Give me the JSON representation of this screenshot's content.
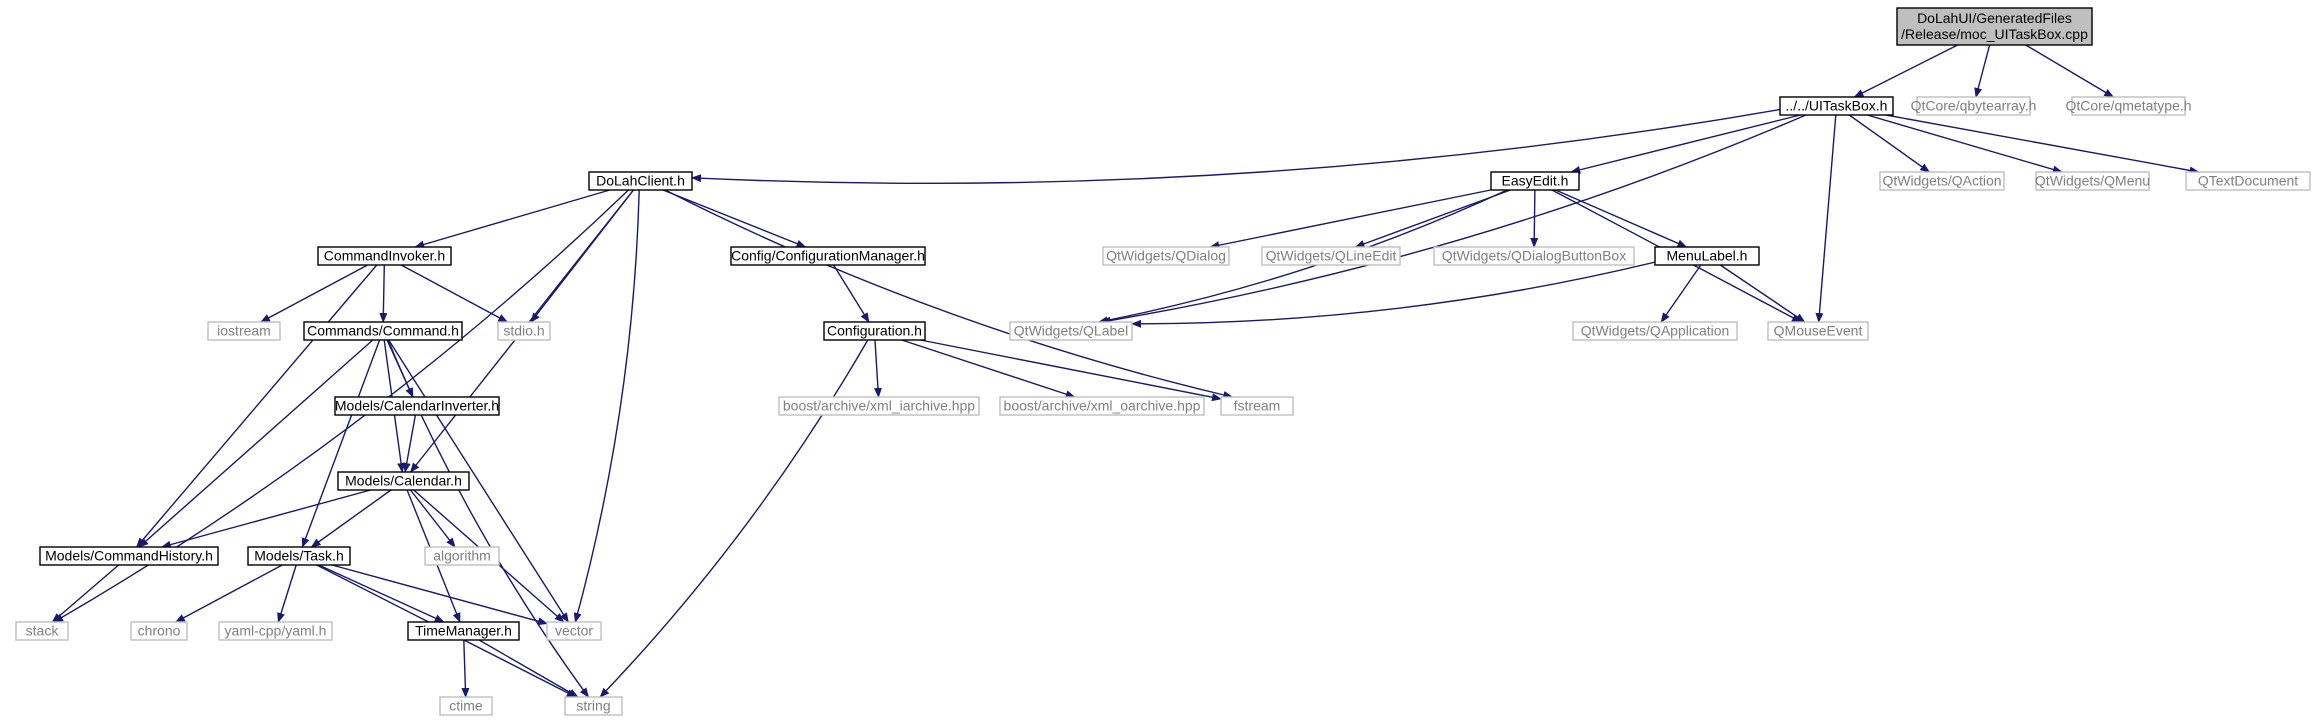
{
  "graph": {
    "edge_color": "#191970",
    "nodes": [
      {
        "id": "root",
        "kind": "root",
        "lines": [
          "DoLahUI/GeneratedFiles",
          "/Release/moc_UITaskBox.cpp"
        ]
      },
      {
        "id": "uitaskbox",
        "kind": "local",
        "lines": [
          "../../UITaskBox.h"
        ]
      },
      {
        "id": "qbytearray",
        "kind": "system",
        "lines": [
          "QtCore/qbytearray.h"
        ]
      },
      {
        "id": "qmetatype",
        "kind": "system",
        "lines": [
          "QtCore/qmetatype.h"
        ]
      },
      {
        "id": "dolahclient",
        "kind": "local",
        "lines": [
          "DoLahClient.h"
        ]
      },
      {
        "id": "easyedit",
        "kind": "local",
        "lines": [
          "EasyEdit.h"
        ]
      },
      {
        "id": "qaction",
        "kind": "system",
        "lines": [
          "QtWidgets/QAction"
        ]
      },
      {
        "id": "qmenu",
        "kind": "system",
        "lines": [
          "QtWidgets/QMenu"
        ]
      },
      {
        "id": "qtextdocument",
        "kind": "system",
        "lines": [
          "QTextDocument"
        ]
      },
      {
        "id": "commandinvoker",
        "kind": "local",
        "lines": [
          "CommandInvoker.h"
        ]
      },
      {
        "id": "configmanager",
        "kind": "local",
        "lines": [
          "Config/ConfigurationManager.h"
        ]
      },
      {
        "id": "qdialog",
        "kind": "system",
        "lines": [
          "QtWidgets/QDialog"
        ]
      },
      {
        "id": "qlineedit",
        "kind": "system",
        "lines": [
          "QtWidgets/QLineEdit"
        ]
      },
      {
        "id": "qdialogbuttonbox",
        "kind": "system",
        "lines": [
          "QtWidgets/QDialogButtonBox"
        ]
      },
      {
        "id": "menulabel",
        "kind": "local",
        "lines": [
          "MenuLabel.h"
        ]
      },
      {
        "id": "iostream",
        "kind": "system",
        "lines": [
          "iostream"
        ]
      },
      {
        "id": "command",
        "kind": "local",
        "lines": [
          "Commands/Command.h"
        ]
      },
      {
        "id": "stdio",
        "kind": "system",
        "lines": [
          "stdio.h"
        ]
      },
      {
        "id": "configuration",
        "kind": "local",
        "lines": [
          "Configuration.h"
        ]
      },
      {
        "id": "qlabel",
        "kind": "system",
        "lines": [
          "QtWidgets/QLabel"
        ]
      },
      {
        "id": "qapplication",
        "kind": "system",
        "lines": [
          "QtWidgets/QApplication"
        ]
      },
      {
        "id": "qmouseevent",
        "kind": "system",
        "lines": [
          "QMouseEvent"
        ]
      },
      {
        "id": "calendarinverter",
        "kind": "local",
        "lines": [
          "Models/CalendarInverter.h"
        ]
      },
      {
        "id": "xml_iarchive",
        "kind": "system",
        "lines": [
          "boost/archive/xml_iarchive.hpp"
        ]
      },
      {
        "id": "xml_oarchive",
        "kind": "system",
        "lines": [
          "boost/archive/xml_oarchive.hpp"
        ]
      },
      {
        "id": "fstream",
        "kind": "system",
        "lines": [
          "fstream"
        ]
      },
      {
        "id": "calendar",
        "kind": "local",
        "lines": [
          "Models/Calendar.h"
        ]
      },
      {
        "id": "commandhistory",
        "kind": "local",
        "lines": [
          "Models/CommandHistory.h"
        ]
      },
      {
        "id": "task",
        "kind": "local",
        "lines": [
          "Models/Task.h"
        ]
      },
      {
        "id": "algorithm",
        "kind": "system",
        "lines": [
          "algorithm"
        ]
      },
      {
        "id": "stack",
        "kind": "system",
        "lines": [
          "stack"
        ]
      },
      {
        "id": "chrono",
        "kind": "system",
        "lines": [
          "chrono"
        ]
      },
      {
        "id": "yaml",
        "kind": "system",
        "lines": [
          "yaml-cpp/yaml.h"
        ]
      },
      {
        "id": "timemanager",
        "kind": "local",
        "lines": [
          "TimeManager.h"
        ]
      },
      {
        "id": "vector",
        "kind": "system",
        "lines": [
          "vector"
        ]
      },
      {
        "id": "ctime",
        "kind": "system",
        "lines": [
          "ctime"
        ]
      },
      {
        "id": "string",
        "kind": "system",
        "lines": [
          "string"
        ]
      }
    ],
    "edges": [
      [
        "root",
        "uitaskbox"
      ],
      [
        "root",
        "qbytearray"
      ],
      [
        "root",
        "qmetatype"
      ],
      [
        "uitaskbox",
        "dolahclient"
      ],
      [
        "uitaskbox",
        "easyedit"
      ],
      [
        "uitaskbox",
        "qaction"
      ],
      [
        "uitaskbox",
        "qmenu"
      ],
      [
        "uitaskbox",
        "qtextdocument"
      ],
      [
        "uitaskbox",
        "qlabel"
      ],
      [
        "uitaskbox",
        "qmouseevent"
      ],
      [
        "dolahclient",
        "commandinvoker"
      ],
      [
        "dolahclient",
        "configmanager"
      ],
      [
        "dolahclient",
        "stdio"
      ],
      [
        "dolahclient",
        "calendar"
      ],
      [
        "dolahclient",
        "stack"
      ],
      [
        "dolahclient",
        "vector"
      ],
      [
        "dolahclient",
        "fstream"
      ],
      [
        "easyedit",
        "qlabel"
      ],
      [
        "easyedit",
        "qdialog"
      ],
      [
        "easyedit",
        "qlineedit"
      ],
      [
        "easyedit",
        "qdialogbuttonbox"
      ],
      [
        "easyedit",
        "menulabel"
      ],
      [
        "easyedit",
        "qmouseevent"
      ],
      [
        "commandinvoker",
        "commandhistory"
      ],
      [
        "commandinvoker",
        "iostream"
      ],
      [
        "commandinvoker",
        "command"
      ],
      [
        "commandinvoker",
        "stdio"
      ],
      [
        "configmanager",
        "configuration"
      ],
      [
        "menulabel",
        "qlabel"
      ],
      [
        "menulabel",
        "qapplication"
      ],
      [
        "menulabel",
        "qmouseevent"
      ],
      [
        "command",
        "calendarinverter"
      ],
      [
        "command",
        "calendar"
      ],
      [
        "command",
        "commandhistory"
      ],
      [
        "command",
        "task"
      ],
      [
        "command",
        "vector"
      ],
      [
        "command",
        "string"
      ],
      [
        "configuration",
        "xml_iarchive"
      ],
      [
        "configuration",
        "xml_oarchive"
      ],
      [
        "configuration",
        "fstream"
      ],
      [
        "configuration",
        "string"
      ],
      [
        "calendarinverter",
        "calendar"
      ],
      [
        "calendar",
        "commandhistory"
      ],
      [
        "calendar",
        "task"
      ],
      [
        "calendar",
        "algorithm"
      ],
      [
        "calendar",
        "timemanager"
      ],
      [
        "calendar",
        "vector"
      ],
      [
        "commandhistory",
        "stack"
      ],
      [
        "task",
        "chrono"
      ],
      [
        "task",
        "yaml"
      ],
      [
        "task",
        "timemanager"
      ],
      [
        "task",
        "vector"
      ],
      [
        "task",
        "string"
      ],
      [
        "timemanager",
        "ctime"
      ],
      [
        "timemanager",
        "string"
      ]
    ]
  }
}
